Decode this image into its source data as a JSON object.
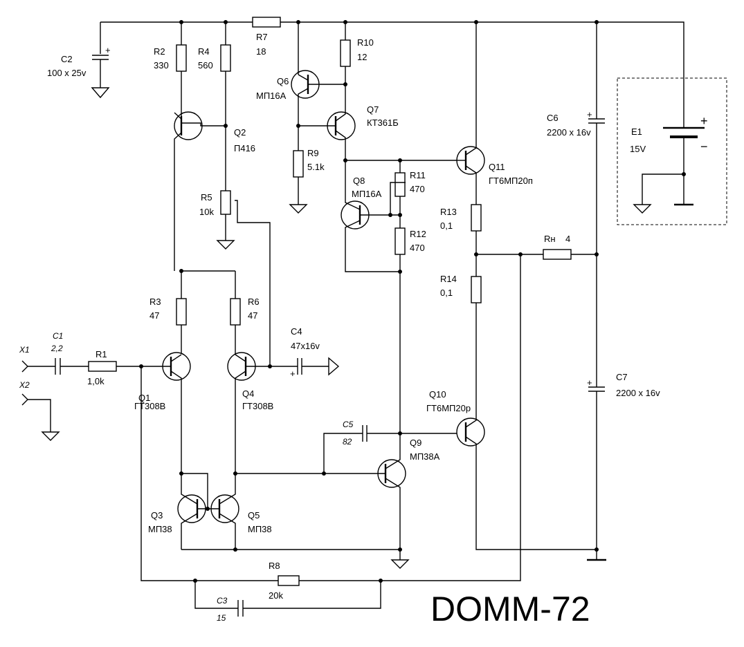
{
  "title": "DOMM-72",
  "components": {
    "x1": "X1",
    "x2": "X2",
    "c1": {
      "name": "C1",
      "value": "2,2"
    },
    "r1": {
      "name": "R1",
      "value": "1,0k"
    },
    "c2": {
      "name": "C2",
      "value": "100 x 25v"
    },
    "r2": {
      "name": "R2",
      "value": "330"
    },
    "r4": {
      "name": "R4",
      "value": "560"
    },
    "r7": {
      "name": "R7",
      "value": "18"
    },
    "r10": {
      "name": "R10",
      "value": "12"
    },
    "q6": {
      "name": "Q6",
      "value": "МП16А"
    },
    "q7": {
      "name": "Q7",
      "value": "КТ361Б"
    },
    "q2": {
      "name": "Q2",
      "value": "П416"
    },
    "r9": {
      "name": "R9",
      "value": "5.1k"
    },
    "q8": {
      "name": "Q8",
      "value": "МП16А"
    },
    "r11": {
      "name": "R11",
      "value": "470"
    },
    "r12": {
      "name": "R12",
      "value": "470"
    },
    "q11": {
      "name": "Q11",
      "value": "ГТ6МП20п"
    },
    "r5": {
      "name": "R5",
      "value": "10k"
    },
    "r13": {
      "name": "R13",
      "value": "0,1"
    },
    "r14": {
      "name": "R14",
      "value": "0,1"
    },
    "rn": {
      "name": "Rн",
      "value": "4"
    },
    "c6": {
      "name": "C6",
      "value": "2200 x 16v"
    },
    "c7": {
      "name": "C7",
      "value": "2200 x 16v"
    },
    "e1": {
      "name": "E1",
      "value": "15V"
    },
    "r3": {
      "name": "R3",
      "value": "47"
    },
    "r6": {
      "name": "R6",
      "value": "47"
    },
    "c4": {
      "name": "C4",
      "value": "47x16v"
    },
    "q1": {
      "name": "Q1",
      "value": "ГТ308В"
    },
    "q4": {
      "name": "Q4",
      "value": "ГТ308В"
    },
    "q10": {
      "name": "Q10",
      "value": "ГТ6МП20р"
    },
    "c5": {
      "name": "C5",
      "value": "82"
    },
    "q9": {
      "name": "Q9",
      "value": "МП38А"
    },
    "q3": {
      "name": "Q3",
      "value": "МП38"
    },
    "q5": {
      "name": "Q5",
      "value": "МП38"
    },
    "r8": {
      "name": "R8",
      "value": "20k"
    },
    "c3": {
      "name": "C3",
      "value": "15"
    }
  },
  "battery_polarity": {
    "plus": "+",
    "minus": "−"
  }
}
